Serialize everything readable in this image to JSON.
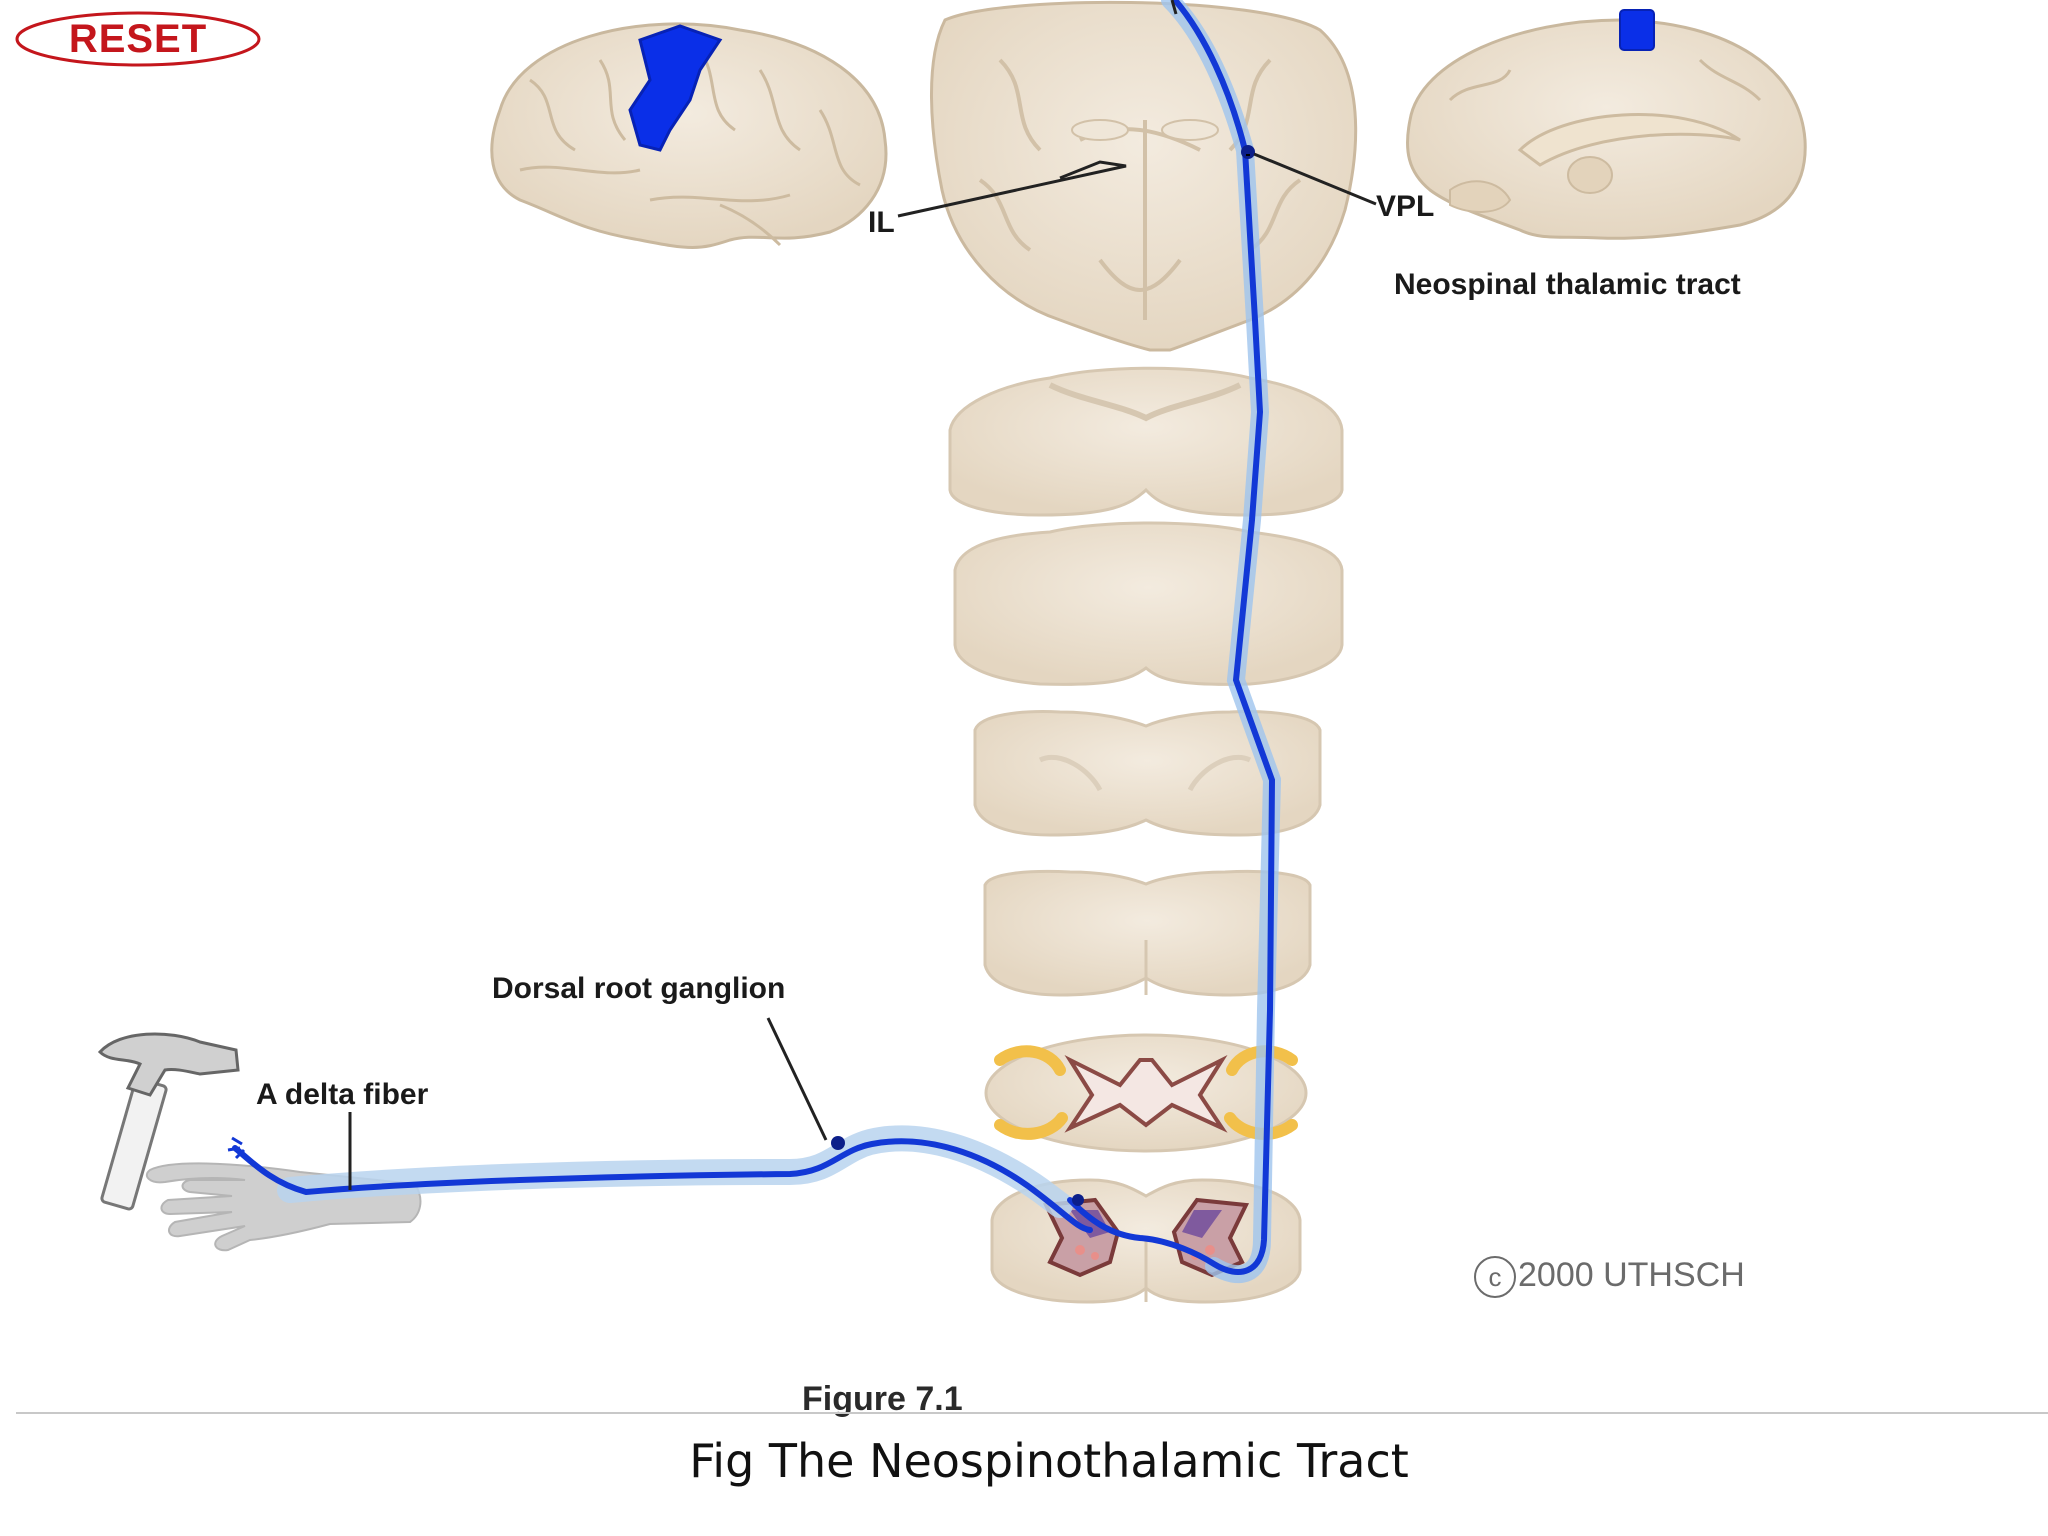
{
  "reset_label": "RESET",
  "labels": {
    "il": "IL",
    "vpl": "VPL",
    "tract_name": "Neospinal thalamic tract",
    "dorsal_root_ganglion": "Dorsal root ganglion",
    "a_delta_fiber": "A delta fiber"
  },
  "copyright": {
    "symbol": "c",
    "text": "2000 UTHSCH"
  },
  "figure_number": "Figure 7.1",
  "caption": "Fig The Neospinothalamic Tract",
  "colors": {
    "pathway": "#1238d6",
    "pathway_glow": "#9fc4ee",
    "cortex_highlight": "#0a2fe8",
    "tissue": "#ece1d0",
    "tissue_shadow": "#d9cbb6",
    "reset_red": "#c4161c",
    "grey_matter_pink": "#c9a0a6",
    "grey_matter_purple": "#7f5a9e",
    "dorsal_root_yellow": "#f2c04a"
  }
}
